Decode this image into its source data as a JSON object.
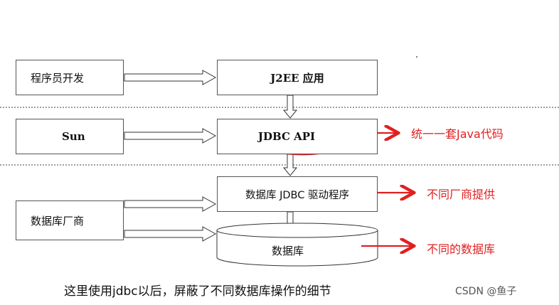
{
  "left": {
    "dev": "程序员开发",
    "sun": "Sun",
    "vendor": "数据库厂商"
  },
  "center": {
    "app": "J2EE 应用",
    "api": "JDBC API",
    "driver": "数据库 JDBC 驱动程序",
    "db": "数据库"
  },
  "annotations": {
    "api": "统一一套Java代码",
    "driver": "不同厂商提供",
    "db": "不同的数据库"
  },
  "caption": "这里使用jdbc以后，屏蔽了不同数据库操作的细节",
  "watermark": "CSDN @鱼子",
  "colors": {
    "annotation": "#e02020",
    "box_border": "#555555"
  }
}
